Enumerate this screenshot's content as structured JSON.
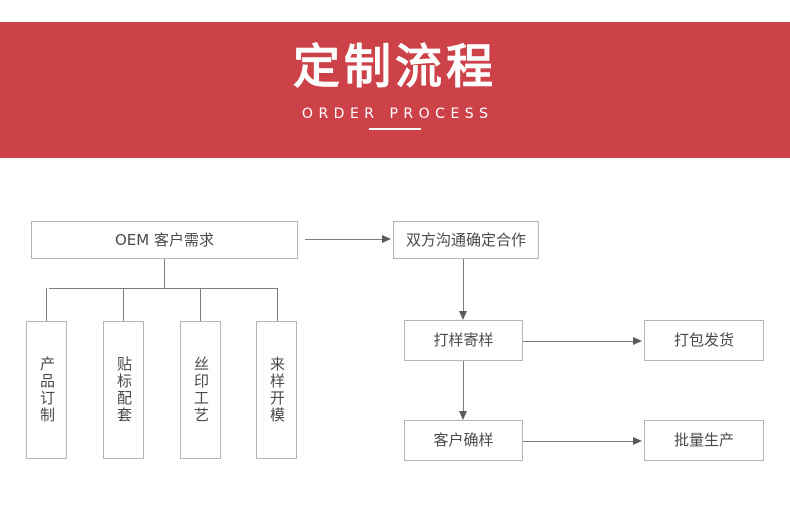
{
  "banner": {
    "title": "定制流程",
    "subtitle": "ORDER PROCESS",
    "background_color": "#cc4248",
    "text_color": "#ffffff"
  },
  "flow": {
    "line_color": "#7d7d7d",
    "box_border_color": "#b5b5b5",
    "box_text_color": "#4a4a4a",
    "nodes": {
      "oem_requirement": "OEM 客户需求",
      "mutual_agreement": "双方沟通确定合作",
      "sample_making": "打样寄样",
      "packing_shipping": "打包发货",
      "customer_confirm": "客户确样",
      "mass_production": "批量生产"
    },
    "sub_nodes": [
      {
        "label": "产品订制"
      },
      {
        "label": "贴标配套"
      },
      {
        "label": "丝印工艺"
      },
      {
        "label": "来样开模"
      }
    ]
  }
}
